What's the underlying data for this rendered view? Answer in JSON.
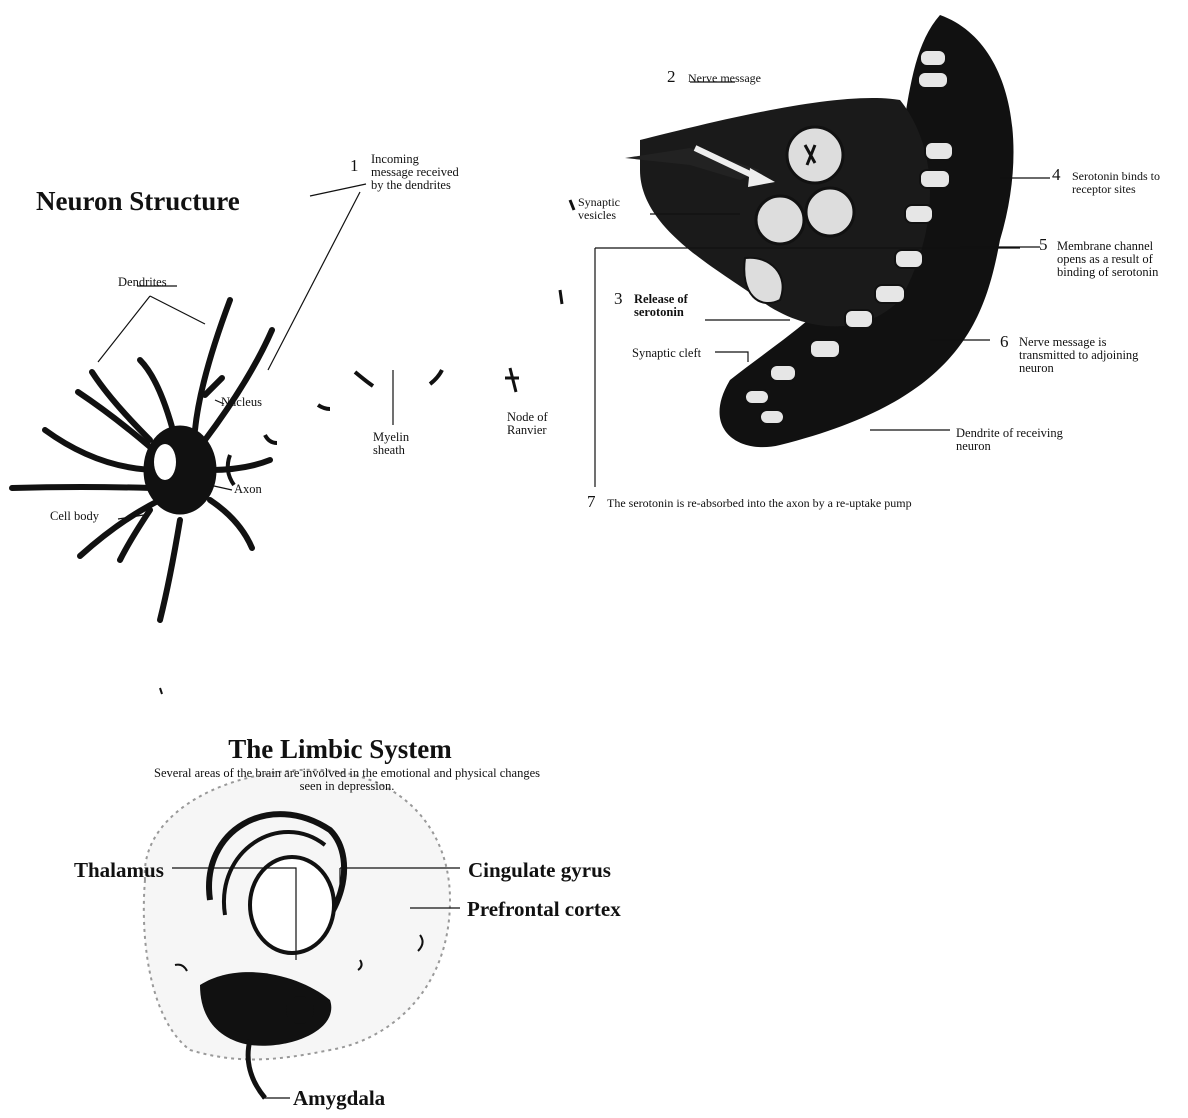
{
  "neuron": {
    "title": "Neuron Structure",
    "step1_number": "1",
    "step1_text": "Incoming message received by the dendrites",
    "labels": {
      "dendrites": "Dendrites",
      "nucleus": "Nucleus",
      "axon": "Axon",
      "cell_body": "Cell body",
      "myelin": "Myelin sheath",
      "node": "Node of Ranvier"
    }
  },
  "synapse": {
    "steps": [
      {
        "num": "2",
        "text": "Nerve message"
      },
      {
        "num": "3",
        "text": "Release of serotonin"
      },
      {
        "num": "4",
        "text": "Serotonin binds to receptor sites"
      },
      {
        "num": "5",
        "text": "Membrane channel opens as a result of binding of serotonin"
      },
      {
        "num": "6",
        "text": "Nerve message is transmitted to adjoining neuron"
      },
      {
        "num": "7",
        "text": "The serotonin is re-absorbed into the axon by a re-uptake pump"
      }
    ],
    "labels": {
      "vesicles": "Synaptic vesicles",
      "cleft": "Synaptic cleft",
      "dendrite": "Dendrite of receiving neuron"
    }
  },
  "limbic": {
    "title": "The Limbic System",
    "subtitle": "Several areas of the brain are involved in the emotional and physical changes seen in depression.",
    "labels": {
      "thalamus": "Thalamus",
      "cingulate": "Cingulate gyrus",
      "prefrontal": "Prefrontal cortex",
      "amygdala": "Amygdala"
    }
  }
}
